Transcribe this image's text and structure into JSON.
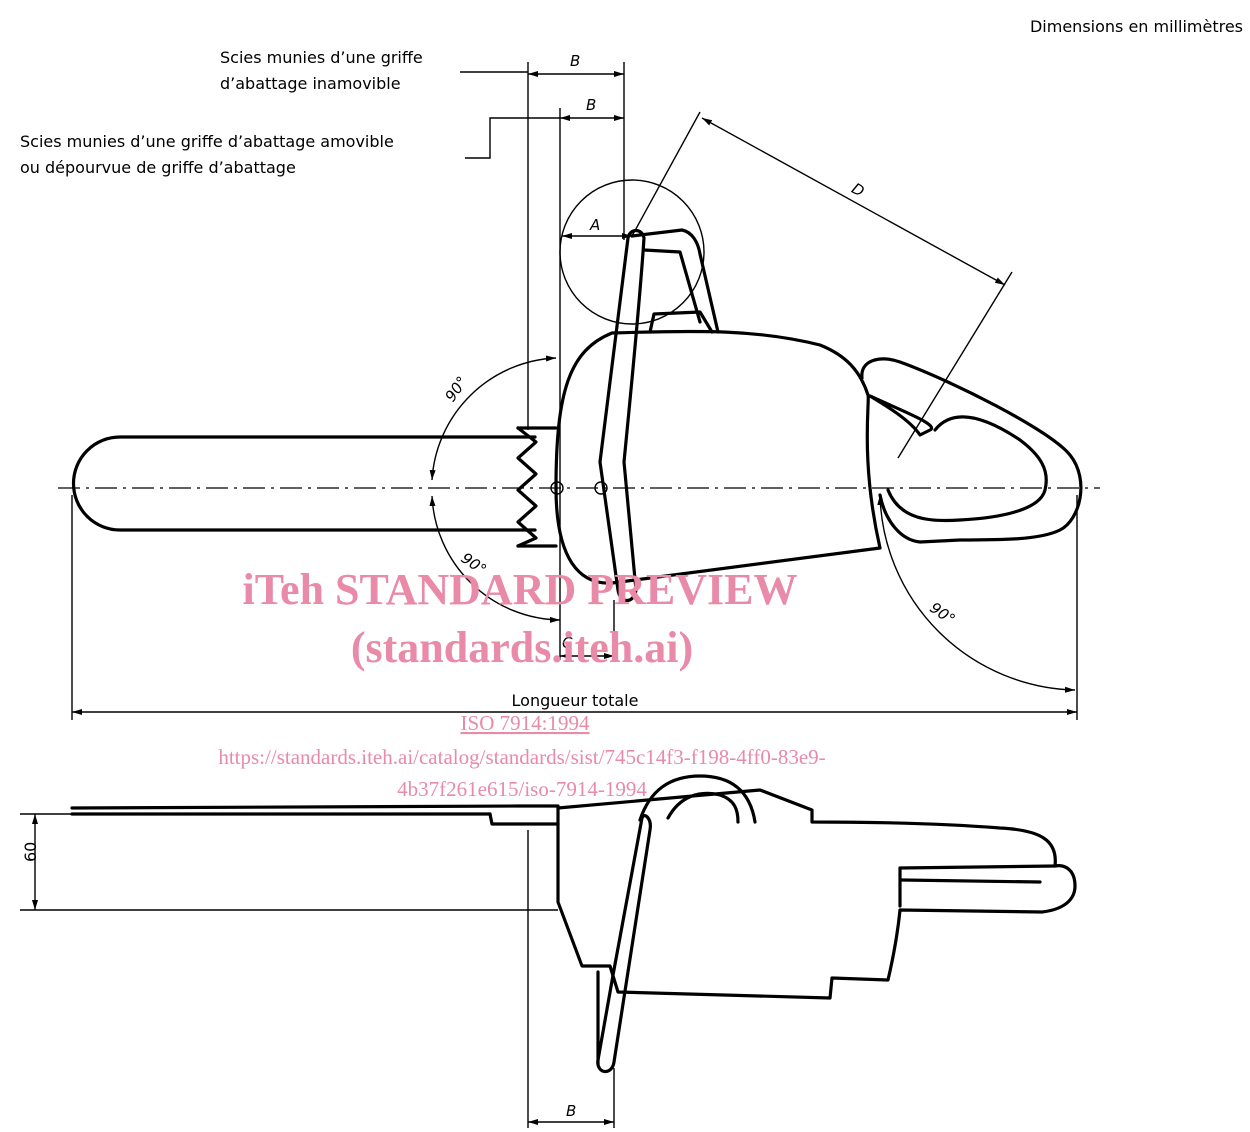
{
  "header": {
    "units_note": "Dimensions en millimètres"
  },
  "callouts": {
    "fixed_spike": [
      "Scies munies d’une griffe",
      "d’abattage inamovible"
    ],
    "removable_spike": [
      "Scies munies d’une griffe d’abattage amovible",
      "ou dépourvue de griffe d’abattage"
    ]
  },
  "dimensions": {
    "b": "B",
    "a": "A",
    "c": "C",
    "d": "D",
    "angle": "90°",
    "total_length": "Longueur totale",
    "height": "60"
  },
  "watermark": {
    "line1": "iTeh STANDARD PREVIEW",
    "line2": "(standards.iteh.ai)",
    "iso": "ISO 7914:1994",
    "url1": "https://standards.iteh.ai/catalog/standards/sist/745c14f3-f198-4ff0-83e9-",
    "url2": "4b37f261e615/iso-7914-1994"
  },
  "colors": {
    "line": "#000000",
    "watermark": "#e98aa8"
  }
}
